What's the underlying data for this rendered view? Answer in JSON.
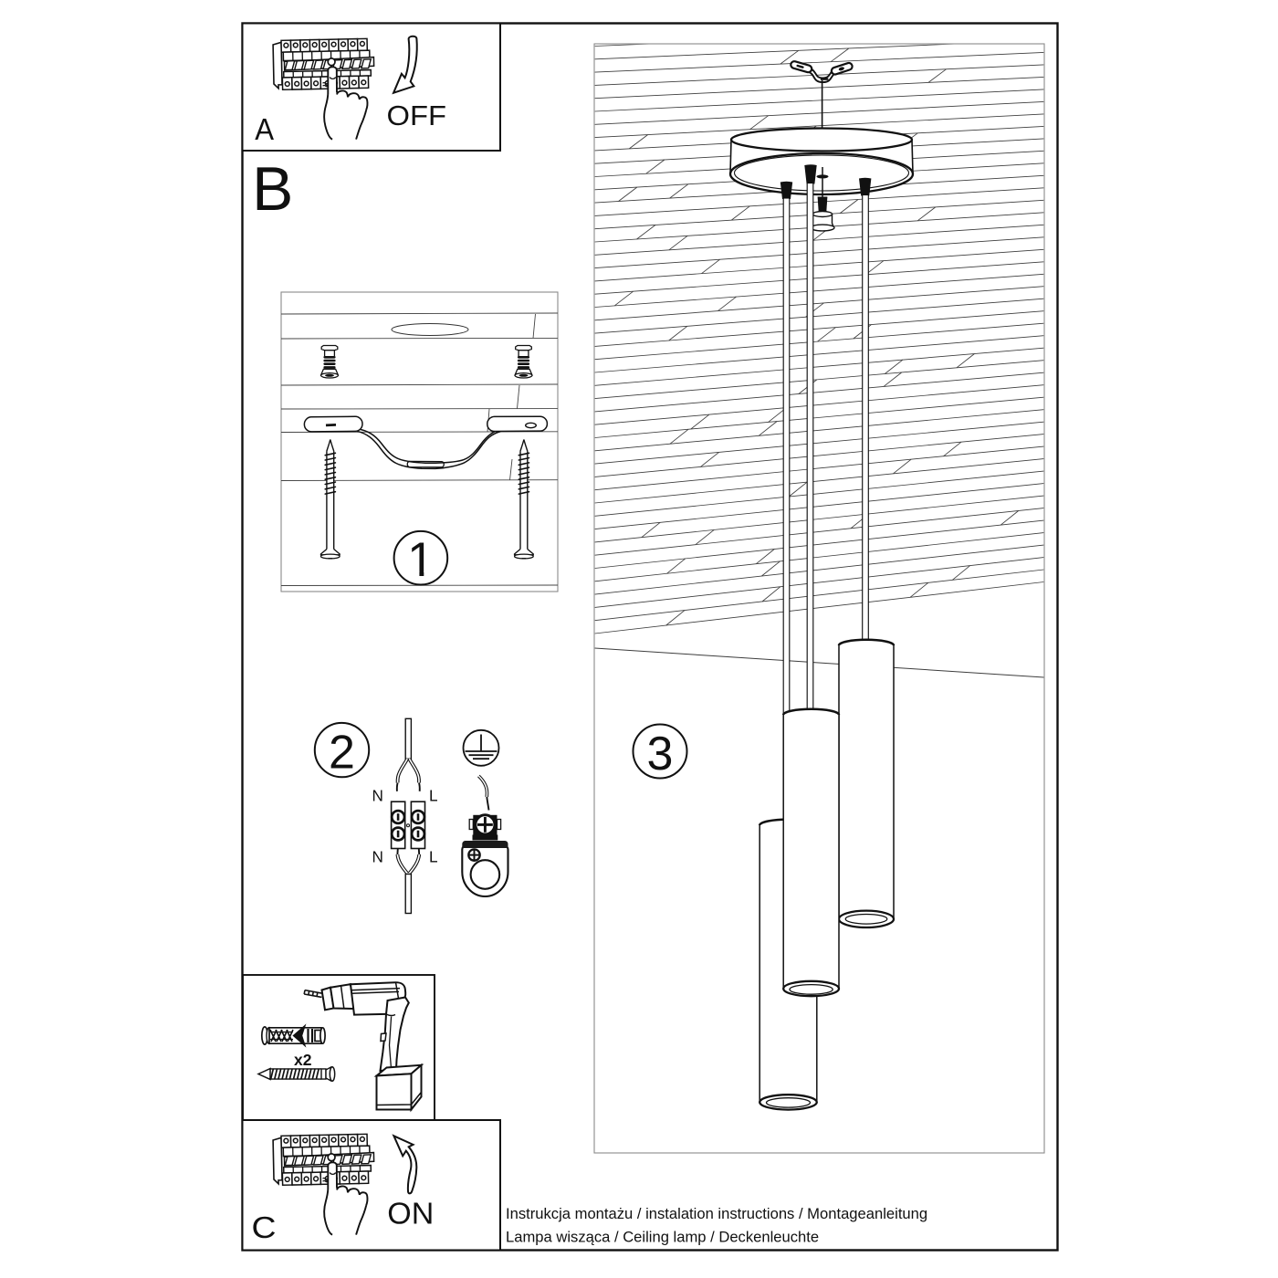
{
  "document": {
    "kind": "installation manual diagram",
    "product": "pendant ceiling lamp"
  },
  "colors": {
    "ink": "#111111",
    "panel_border_light": "#8a8a8a",
    "background": "#ffffff"
  },
  "steps": {
    "a": {
      "label": "A",
      "action": "OFF"
    },
    "b": {
      "label": "B"
    },
    "c": {
      "label": "C",
      "action": "ON"
    },
    "step1": {
      "number": "1"
    },
    "step2": {
      "number": "2",
      "wire_labels": {
        "top_left": "N",
        "top_right": "L",
        "bottom_left": "N",
        "bottom_right": "L"
      }
    },
    "step3": {
      "number": "3"
    },
    "hardware": {
      "quantity_label": "x2"
    }
  },
  "footer": {
    "line1": "Instrukcja montażu / instalation instructions / Montageanleitung",
    "line2": "Lampa wisząca / Ceiling lamp / Deckenleuchte"
  }
}
